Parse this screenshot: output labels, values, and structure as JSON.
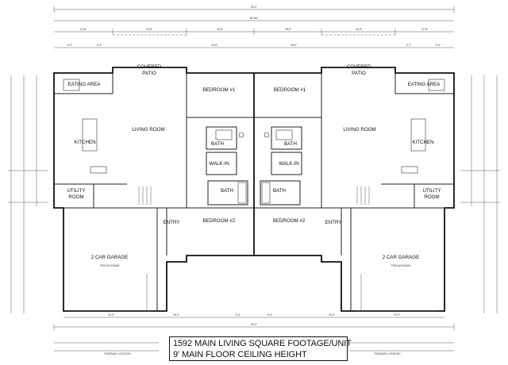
{
  "rooms": {
    "covered_patio_left": [
      "COVERED",
      "PATIO"
    ],
    "covered_patio_right": [
      "COVERED",
      "PATIO"
    ],
    "eating_area_left": "EATING AREA",
    "eating_area_right": "EATING AREA",
    "bedroom1_left": "BEDROOM #1",
    "bedroom1_right": "BEDROOM #1",
    "living_room_left": "LIVING ROOM",
    "living_room_right": "LIVING ROOM",
    "kitchen_left": "KITCHEN",
    "kitchen_right": "KITCHEN",
    "bath_upper_left": "BATH",
    "bath_upper_right": "BATH",
    "walkin_left": "WALK-IN",
    "walkin_right": "WALK-IN",
    "bath_lower_left": "BATH",
    "bath_lower_right": "BATH",
    "utility_left": "UTILITY",
    "utility_right": "UTILITY",
    "room_left": "ROOM",
    "room_right": "ROOM",
    "entry_left": "ENTRY",
    "entry_right": "ENTRY",
    "bedroom2_left": "BEDROOM #2",
    "bedroom2_right": "BEDROOM #2",
    "garage_left": "2 CAR GARAGE",
    "garage_right": "2 CAR GARAGE",
    "trough_drain_left": "TROUGH DRAIN",
    "trough_drain_right": "TROUGH DRAIN",
    "stairway_left": "STAIRWAY LOCATION",
    "stairway_right": "STAIRWAY LOCATION"
  },
  "dimensions": {
    "overall_width": "90'-0\"",
    "overall_inner": "86'-8½\"",
    "top_row": [
      "12'-8\"",
      "18'-8\"",
      "15'-8\"",
      "15'-8\"",
      "18'-8\"",
      "12'-8\""
    ],
    "second_row": [
      "6'-0\"",
      "9'-2\"",
      "18'-8\"",
      "18'-8\"",
      "9'-2\"",
      "6'-0\""
    ],
    "bottom_row": [
      "22'-0\"",
      "18'-0\"",
      "5'-0\"",
      "5'-0\"",
      "18'-0\"",
      "22'-0\""
    ],
    "overall_bottom": "90'-0\""
  },
  "notes": {
    "line1": "1592 MAIN LIVING SQUARE FOOTAGE/UNIT",
    "line2": "9' MAIN FLOOR CEILING HEIGHT"
  },
  "colors": {
    "line": "#111111",
    "background": "#ffffff",
    "fixture": "#333333"
  }
}
